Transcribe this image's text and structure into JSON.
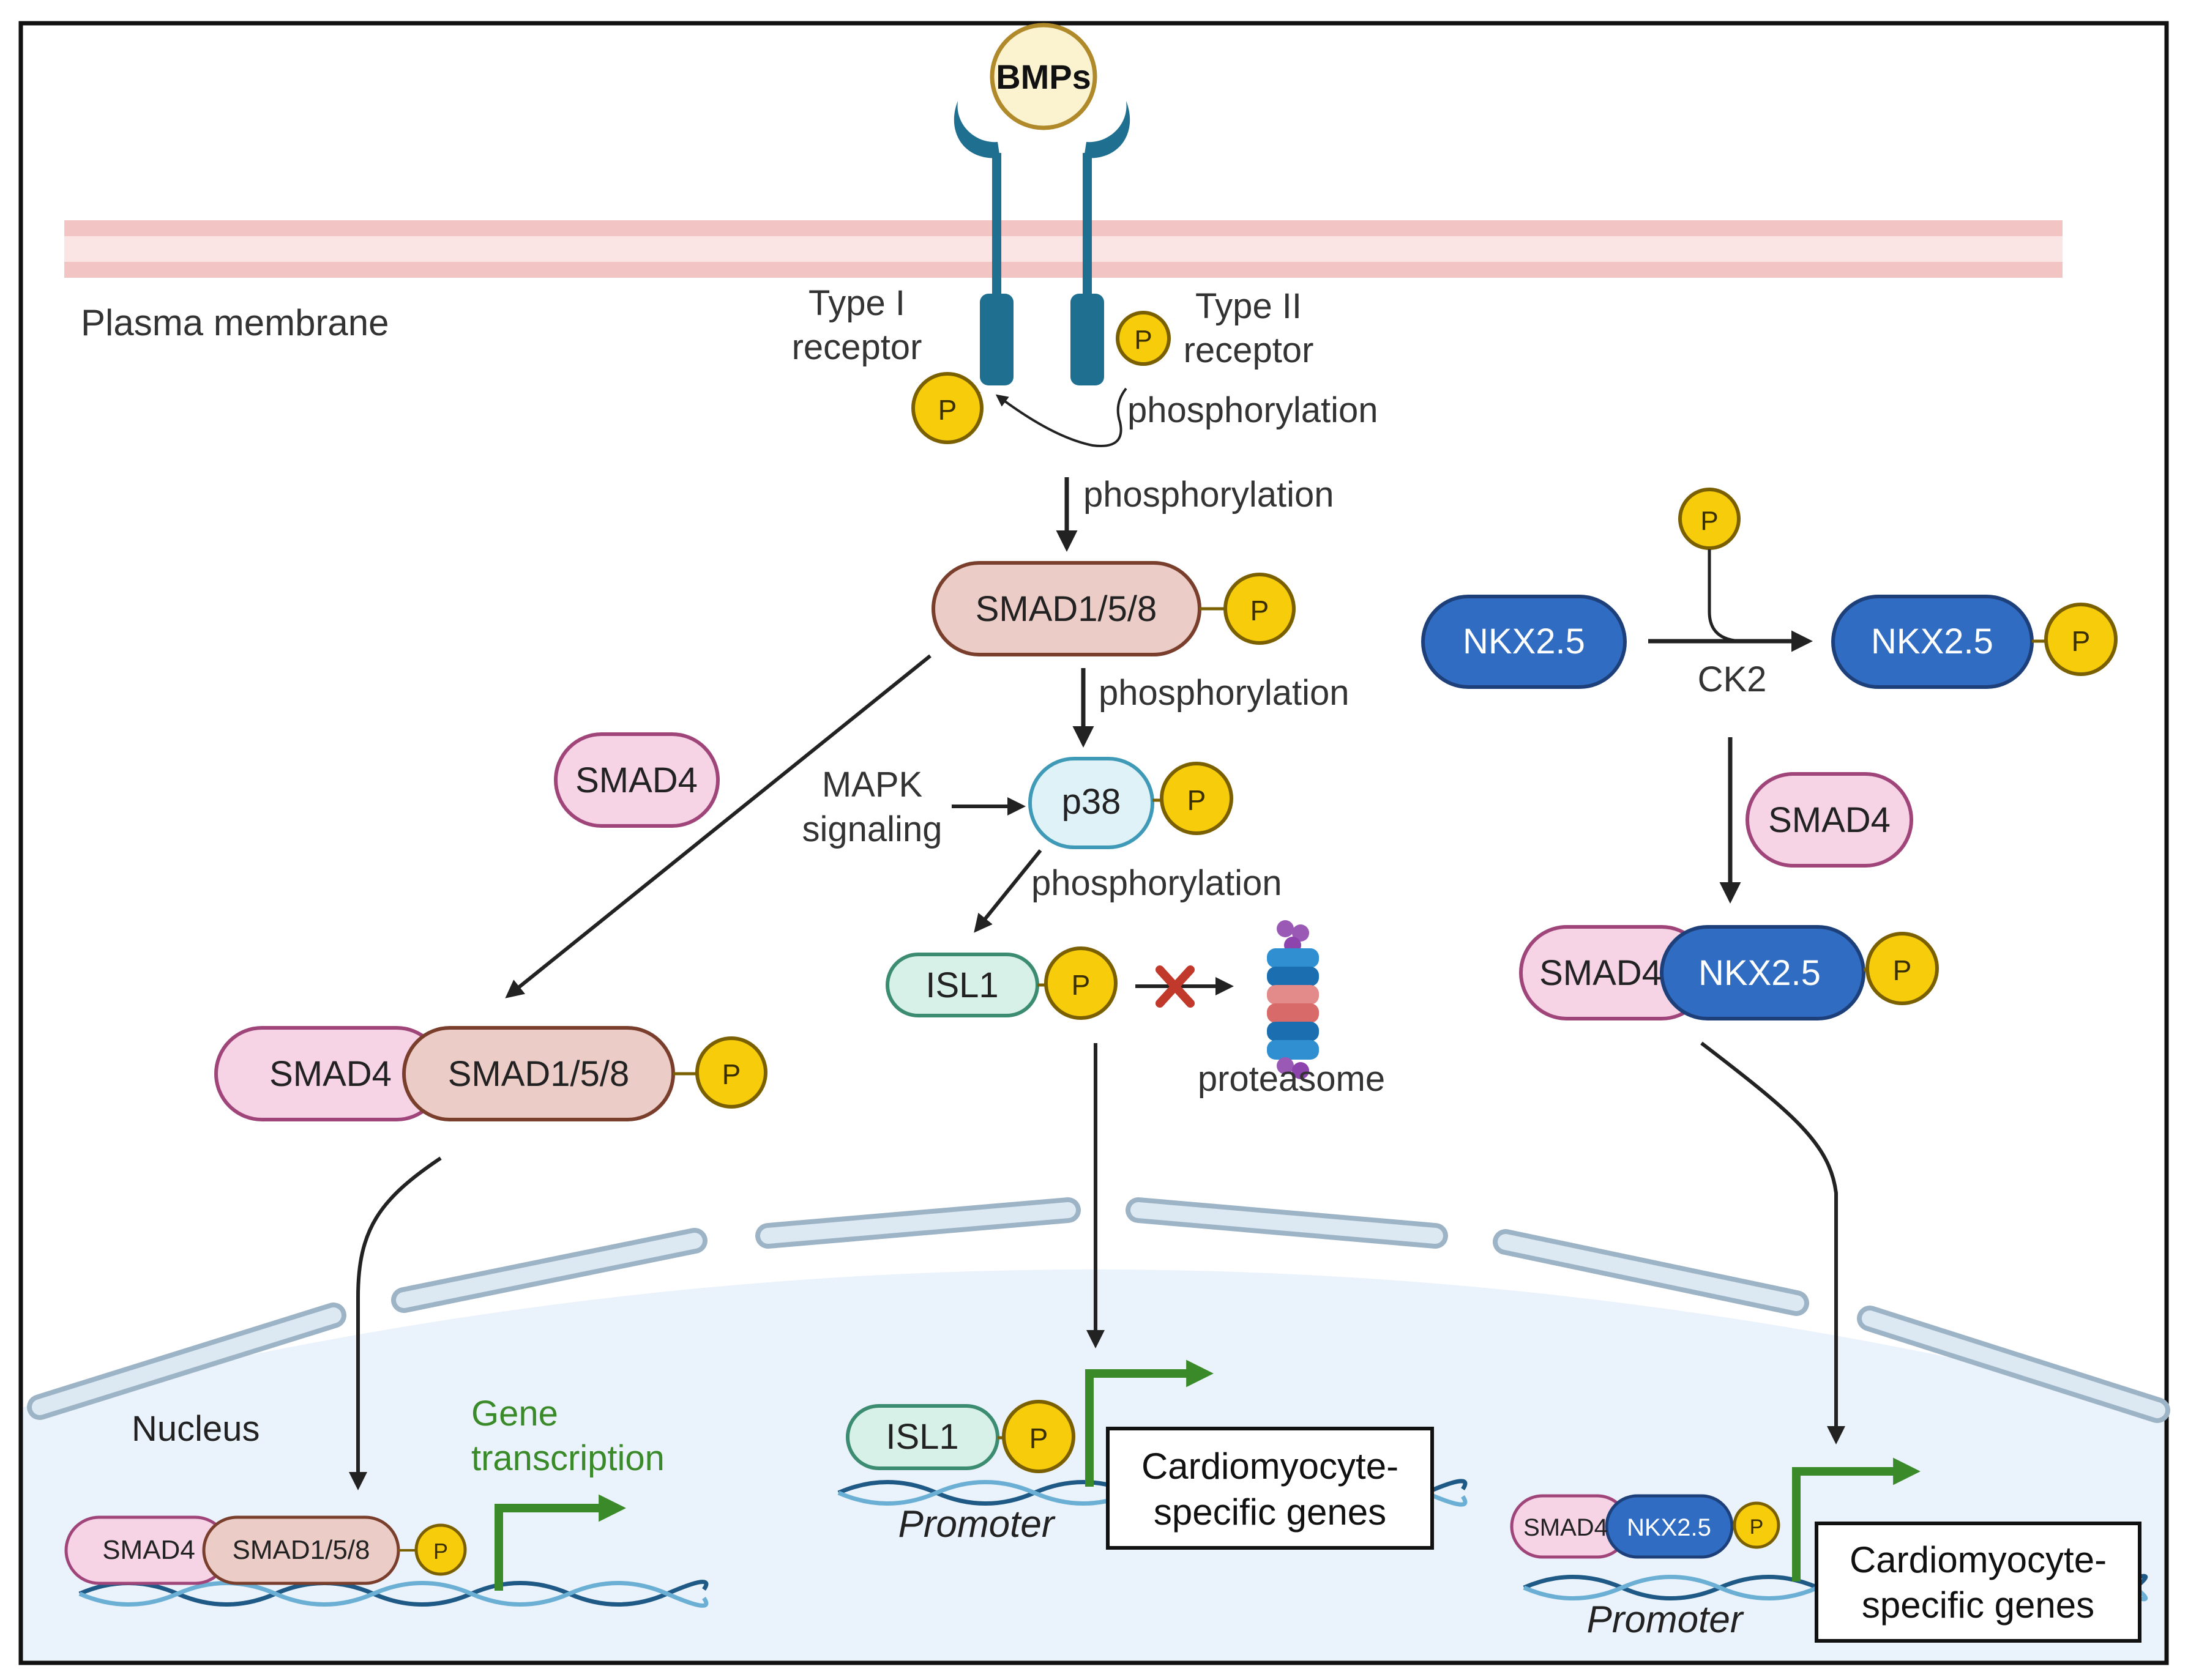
{
  "labels": {
    "bmps": "BMPs",
    "plasma_membrane": "Plasma membrane",
    "type1_line1": "Type I",
    "type1_line2": "receptor",
    "type2_line1": "Type II",
    "type2_line2": "receptor",
    "phosphorylation": "phosphorylation",
    "mapk_line1": "MAPK",
    "mapk_line2": "signaling",
    "proteasome": "proteasome",
    "ck2": "CK2",
    "nucleus": "Nucleus",
    "gene_line1": "Gene",
    "gene_line2": "transcription",
    "promoter": "Promoter",
    "genes_line1": "Cardiomyocyte-",
    "genes_line2": "specific genes",
    "p": "P"
  },
  "proteins": {
    "smad158": "SMAD1/5/8",
    "smad4": "SMAD4",
    "p38": "p38",
    "isl1": "ISL1",
    "nkx25": "NKX2.5"
  },
  "colors": {
    "phospho_fill": "#f7cc0a",
    "phospho_stroke": "#7a6000",
    "receptor": "#1f6f91",
    "membrane": "#f4c9c9",
    "smad158_fill": "#ebccc6",
    "smad158_stroke": "#7a3e2c",
    "smad4_fill": "#f6d4e6",
    "smad4_stroke": "#a0457a",
    "p38_fill": "#dff2f8",
    "p38_stroke": "#3f9ab8",
    "isl1_fill": "#d7f0e8",
    "isl1_stroke": "#3c8c72",
    "nkx_fill": "#2f6cc2",
    "nkx_stroke": "#1d3f7a",
    "arrow": "#222222",
    "transcription_arrow": "#3a8a2a",
    "nucleus_fill": "#eaf2fb",
    "envelope_fill": "#dce8f2",
    "envelope_stroke": "#9db4c6",
    "inhibit_x": "#c0392b"
  }
}
